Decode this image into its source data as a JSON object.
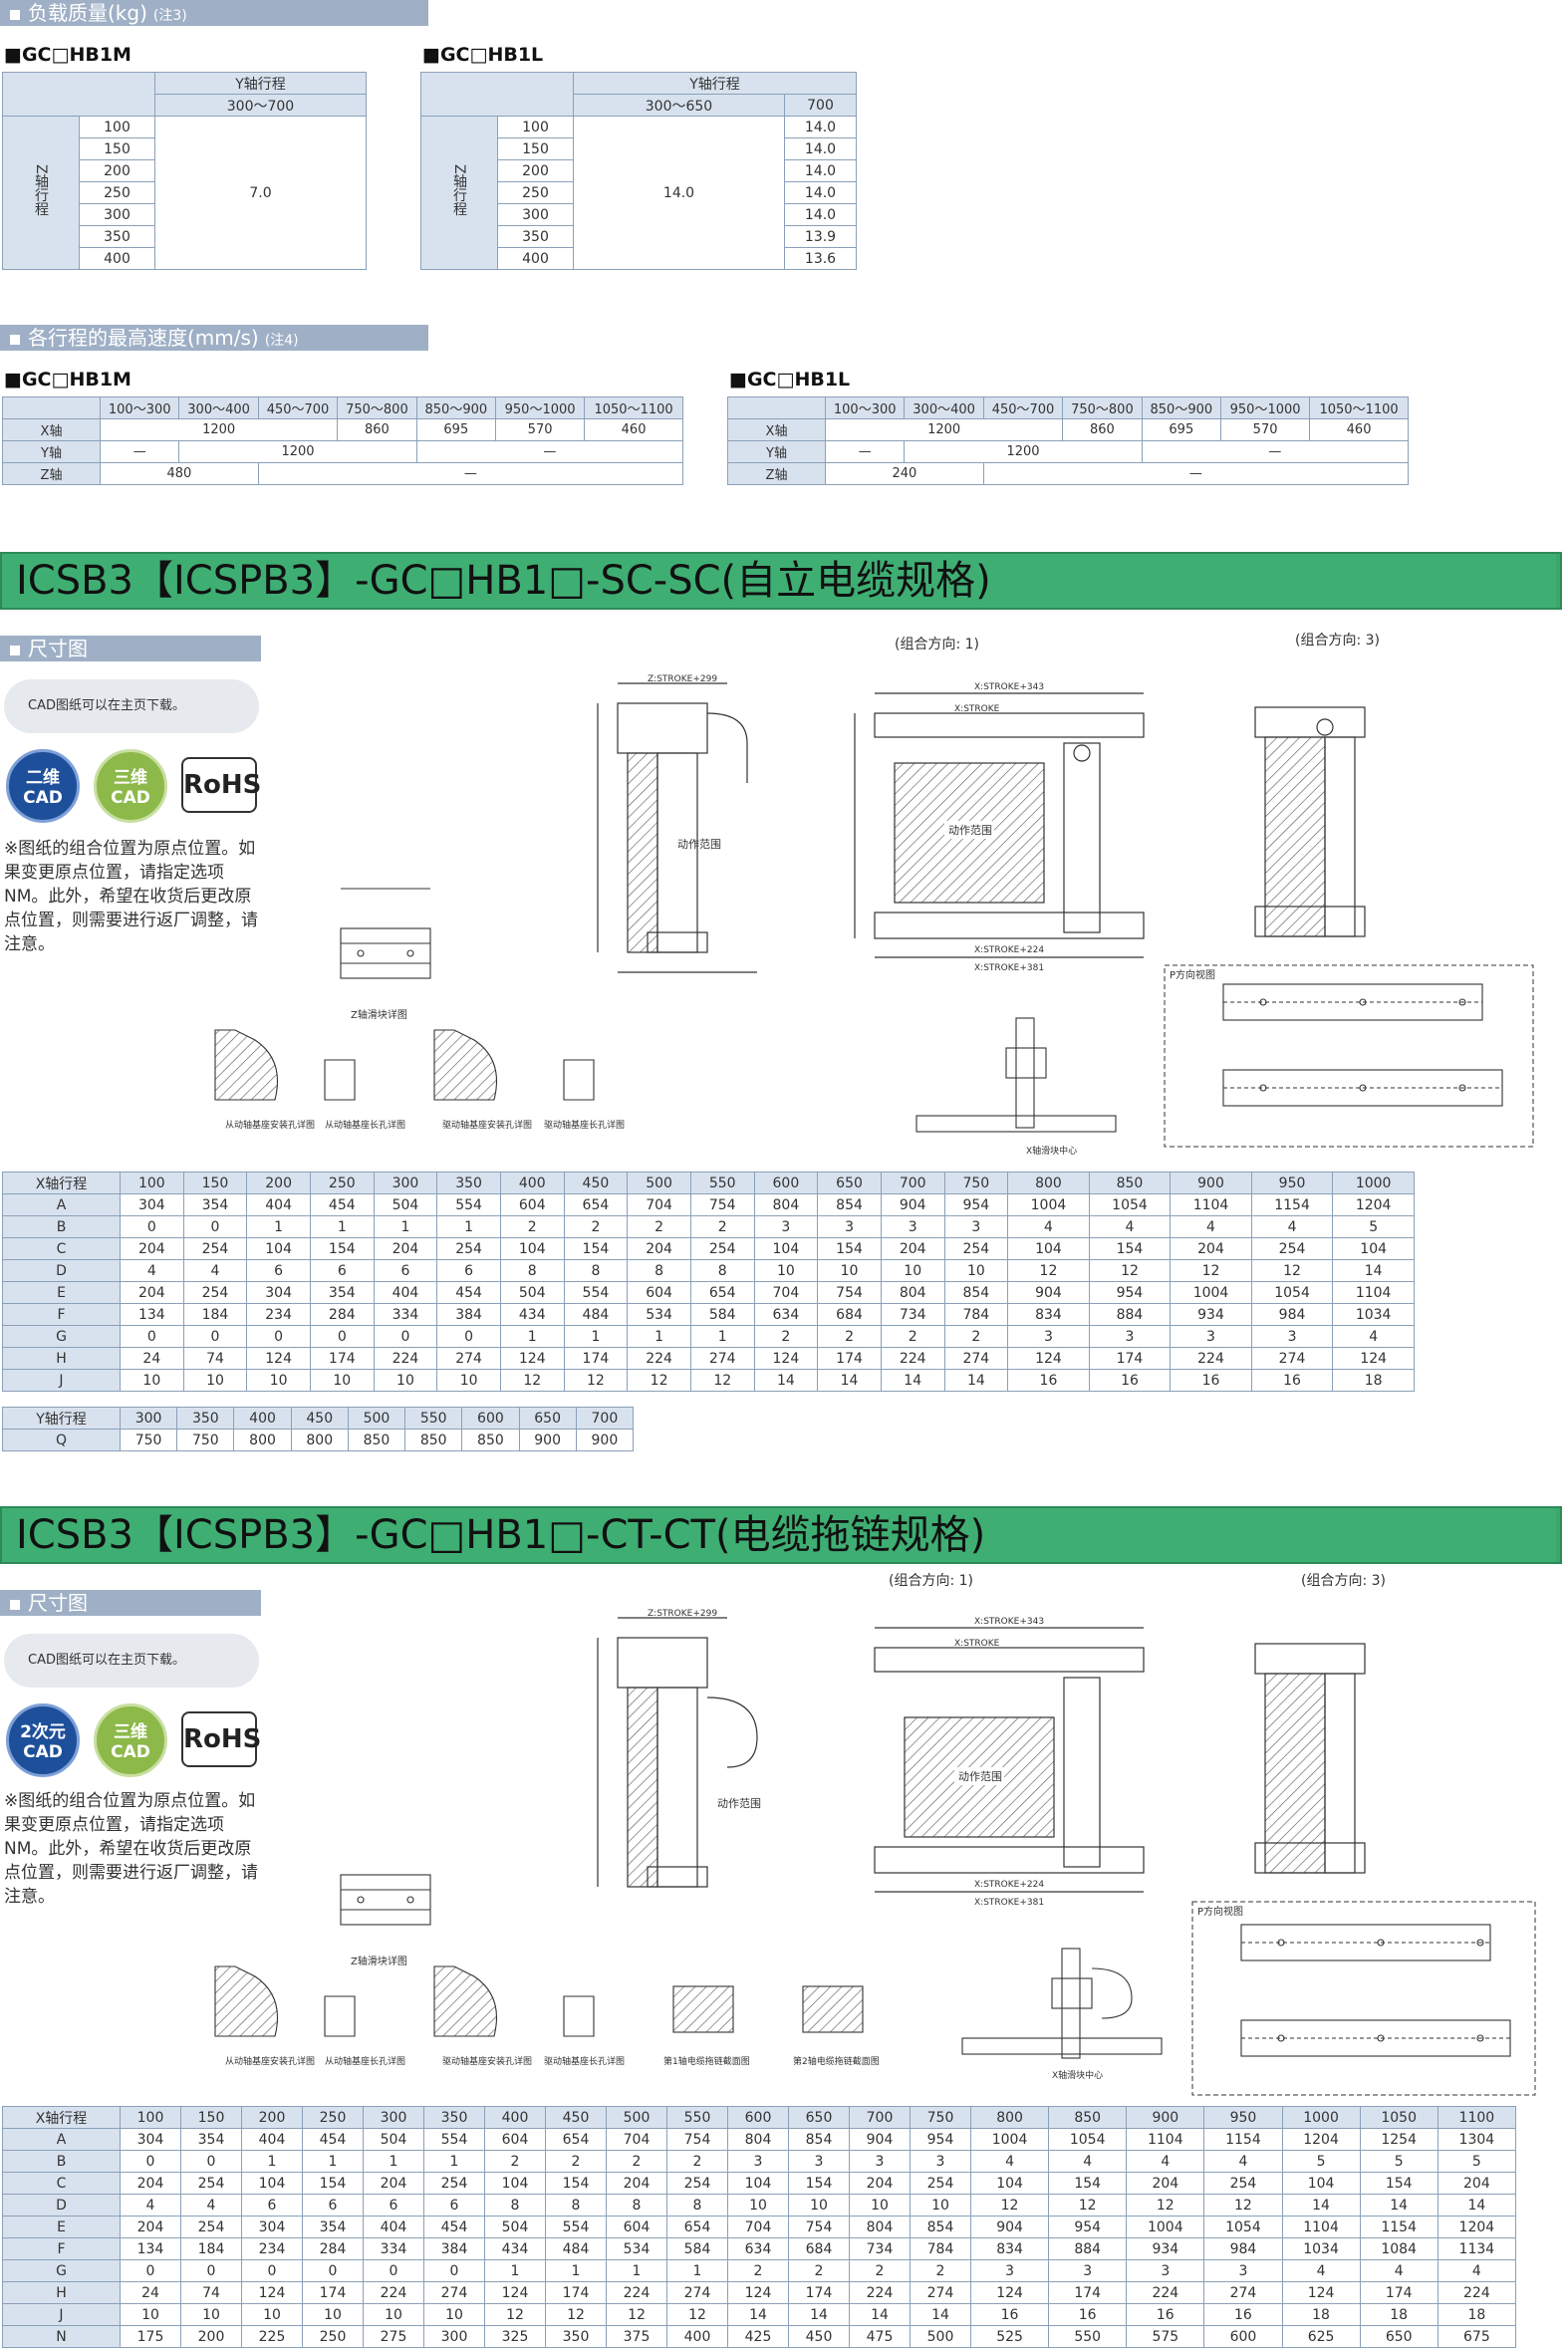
{
  "s1": {
    "title": "负载质量(kg)",
    "note": "(注3)"
  },
  "s1_m": {
    "model": "■GC□HB1M",
    "head_y": "Y轴行程",
    "head_range": "300～700",
    "z_label": "Z轴行程",
    "rows": [
      "100",
      "150",
      "200",
      "250",
      "300",
      "350",
      "400"
    ],
    "value": "7.0"
  },
  "s1_l": {
    "model": "■GC□HB1L",
    "head_y": "Y轴行程",
    "head_range": "300～650",
    "head_700": "700",
    "z_label": "Z轴行程",
    "rows": [
      "100",
      "150",
      "200",
      "250",
      "300",
      "350",
      "400"
    ],
    "value": "14.0",
    "col700": [
      "14.0",
      "14.0",
      "14.0",
      "14.0",
      "14.0",
      "13.9",
      "13.6"
    ]
  },
  "s2": {
    "title": "各行程的最高速度(mm/s)",
    "note": "(注4)"
  },
  "s2_m": {
    "model": "■GC□HB1M",
    "cols": [
      "100～300",
      "300～400",
      "450～700",
      "750～800",
      "850～900",
      "950～1000",
      "1050～1100"
    ],
    "x_label": "X轴",
    "x_vals": [
      "1200",
      "860",
      "695",
      "570",
      "460"
    ],
    "y_label": "Y轴",
    "y_vals": [
      "—",
      "1200",
      "—"
    ],
    "z_label": "Z轴",
    "z_vals": [
      "480",
      "—"
    ]
  },
  "s2_l": {
    "model": "■GC□HB1L",
    "cols": [
      "100～300",
      "300～400",
      "450～700",
      "750～800",
      "850～900",
      "950～1000",
      "1050～1100"
    ],
    "x_label": "X轴",
    "x_vals": [
      "1200",
      "860",
      "695",
      "570",
      "460"
    ],
    "y_label": "Y轴",
    "y_vals": [
      "—",
      "1200",
      "—"
    ],
    "z_label": "Z轴",
    "z_vals": [
      "240",
      "—"
    ]
  },
  "sc": {
    "banner": "ICSB3【ICSPB3】-GC□HB1□-SC-SC(自立电缆规格)",
    "sub": "尺寸图",
    "cad_note": "CAD图纸可以在主页下载。",
    "badge_2d_a": "二维",
    "badge_2d_b": "CAD",
    "badge_3d_a": "三维",
    "badge_3d_b": "CAD",
    "rohs": "RoHS",
    "warn": "※图纸的组合位置为原点位置。如果变更原点位置，请指定选项NM。此外，希望在收货后更改原点位置，则需要进行返厂调整，请注意。",
    "dir1": "(组合方向: 1)",
    "dir3": "(组合方向: 3)",
    "labels": {
      "motion": "动作范围",
      "motion2": "动作范围",
      "xstroke": "X:STROKE",
      "xstroke343": "X:STROKE+343",
      "xstroke224": "X:STROKE+224",
      "xstroke381": "X:STROKE+381",
      "zstroke": "Z:STROKE+299",
      "pview": "P方向视图",
      "zslider": "Z轴滑块详图",
      "d1": "从动轴基座安装孔详图",
      "d2": "从动轴基座长孔详图",
      "d3": "驱动轴基座安装孔详图",
      "d4": "驱动轴基座长孔详图",
      "xslider": "X轴滑块中心"
    },
    "t1_head": "X轴行程",
    "t1_cols": [
      "100",
      "150",
      "200",
      "250",
      "300",
      "350",
      "400",
      "450",
      "500",
      "550",
      "600",
      "650",
      "700",
      "750",
      "800",
      "850",
      "900",
      "950",
      "1000"
    ],
    "t1_rows": [
      {
        "k": "A",
        "v": [
          "304",
          "354",
          "404",
          "454",
          "504",
          "554",
          "604",
          "654",
          "704",
          "754",
          "804",
          "854",
          "904",
          "954",
          "1004",
          "1054",
          "1104",
          "1154",
          "1204"
        ]
      },
      {
        "k": "B",
        "v": [
          "0",
          "0",
          "1",
          "1",
          "1",
          "1",
          "2",
          "2",
          "2",
          "2",
          "3",
          "3",
          "3",
          "3",
          "4",
          "4",
          "4",
          "4",
          "5"
        ]
      },
      {
        "k": "C",
        "v": [
          "204",
          "254",
          "104",
          "154",
          "204",
          "254",
          "104",
          "154",
          "204",
          "254",
          "104",
          "154",
          "204",
          "254",
          "104",
          "154",
          "204",
          "254",
          "104"
        ]
      },
      {
        "k": "D",
        "v": [
          "4",
          "4",
          "6",
          "6",
          "6",
          "6",
          "8",
          "8",
          "8",
          "8",
          "10",
          "10",
          "10",
          "10",
          "12",
          "12",
          "12",
          "12",
          "14"
        ]
      },
      {
        "k": "E",
        "v": [
          "204",
          "254",
          "304",
          "354",
          "404",
          "454",
          "504",
          "554",
          "604",
          "654",
          "704",
          "754",
          "804",
          "854",
          "904",
          "954",
          "1004",
          "1054",
          "1104"
        ]
      },
      {
        "k": "F",
        "v": [
          "134",
          "184",
          "234",
          "284",
          "334",
          "384",
          "434",
          "484",
          "534",
          "584",
          "634",
          "684",
          "734",
          "784",
          "834",
          "884",
          "934",
          "984",
          "1034"
        ]
      },
      {
        "k": "G",
        "v": [
          "0",
          "0",
          "0",
          "0",
          "0",
          "0",
          "1",
          "1",
          "1",
          "1",
          "2",
          "2",
          "2",
          "2",
          "3",
          "3",
          "3",
          "3",
          "4"
        ]
      },
      {
        "k": "H",
        "v": [
          "24",
          "74",
          "124",
          "174",
          "224",
          "274",
          "124",
          "174",
          "224",
          "274",
          "124",
          "174",
          "224",
          "274",
          "124",
          "174",
          "224",
          "274",
          "124"
        ]
      },
      {
        "k": "J",
        "v": [
          "10",
          "10",
          "10",
          "10",
          "10",
          "10",
          "12",
          "12",
          "12",
          "12",
          "14",
          "14",
          "14",
          "14",
          "16",
          "16",
          "16",
          "16",
          "18"
        ]
      }
    ],
    "t2_head": "Y轴行程",
    "t2_cols": [
      "300",
      "350",
      "400",
      "450",
      "500",
      "550",
      "600",
      "650",
      "700"
    ],
    "t2_row": {
      "k": "Q",
      "v": [
        "750",
        "750",
        "800",
        "800",
        "850",
        "850",
        "850",
        "900",
        "900"
      ]
    }
  },
  "ct": {
    "banner": "ICSB3【ICSPB3】-GC□HB1□-CT-CT(电缆拖链规格)",
    "sub": "尺寸图",
    "cad_note": "CAD图纸可以在主页下载。",
    "badge_2d_a": "2次元",
    "badge_2d_b": "CAD",
    "badge_3d_a": "三维",
    "badge_3d_b": "CAD",
    "rohs": "RoHS",
    "warn": "※图纸的组合位置为原点位置。如果变更原点位置，请指定选项NM。此外，希望在收货后更改原点位置，则需要进行返厂调整，请注意。",
    "dir1": "(组合方向: 1)",
    "dir3": "(组合方向: 3)",
    "labels": {
      "motion": "动作范围",
      "motion2": "动作范围",
      "xstroke": "X:STROKE",
      "xstroke343": "X:STROKE+343",
      "xstroke224": "X:STROKE+224",
      "xstroke381": "X:STROKE+381",
      "zstroke": "Z:STROKE+299",
      "pview": "P方向视图",
      "zslider": "Z轴滑块详图",
      "d1": "从动轴基座安装孔详图",
      "d2": "从动轴基座长孔详图",
      "d3": "驱动轴基座安装孔详图",
      "d4": "驱动轴基座长孔详图",
      "d5": "第1轴电缆拖链截面图",
      "d6": "第2轴电缆拖链截面图",
      "xslider": "X轴滑块中心"
    },
    "t1_head": "X轴行程",
    "t1_cols": [
      "100",
      "150",
      "200",
      "250",
      "300",
      "350",
      "400",
      "450",
      "500",
      "550",
      "600",
      "650",
      "700",
      "750",
      "800",
      "850",
      "900",
      "950",
      "1000",
      "1050",
      "1100"
    ],
    "t1_rows": [
      {
        "k": "A",
        "v": [
          "304",
          "354",
          "404",
          "454",
          "504",
          "554",
          "604",
          "654",
          "704",
          "754",
          "804",
          "854",
          "904",
          "954",
          "1004",
          "1054",
          "1104",
          "1154",
          "1204",
          "1254",
          "1304"
        ]
      },
      {
        "k": "B",
        "v": [
          "0",
          "0",
          "1",
          "1",
          "1",
          "1",
          "2",
          "2",
          "2",
          "2",
          "3",
          "3",
          "3",
          "3",
          "4",
          "4",
          "4",
          "4",
          "5",
          "5",
          "5"
        ]
      },
      {
        "k": "C",
        "v": [
          "204",
          "254",
          "104",
          "154",
          "204",
          "254",
          "104",
          "154",
          "204",
          "254",
          "104",
          "154",
          "204",
          "254",
          "104",
          "154",
          "204",
          "254",
          "104",
          "154",
          "204"
        ]
      },
      {
        "k": "D",
        "v": [
          "4",
          "4",
          "6",
          "6",
          "6",
          "6",
          "8",
          "8",
          "8",
          "8",
          "10",
          "10",
          "10",
          "10",
          "12",
          "12",
          "12",
          "12",
          "14",
          "14",
          "14"
        ]
      },
      {
        "k": "E",
        "v": [
          "204",
          "254",
          "304",
          "354",
          "404",
          "454",
          "504",
          "554",
          "604",
          "654",
          "704",
          "754",
          "804",
          "854",
          "904",
          "954",
          "1004",
          "1054",
          "1104",
          "1154",
          "1204"
        ]
      },
      {
        "k": "F",
        "v": [
          "134",
          "184",
          "234",
          "284",
          "334",
          "384",
          "434",
          "484",
          "534",
          "584",
          "634",
          "684",
          "734",
          "784",
          "834",
          "884",
          "934",
          "984",
          "1034",
          "1084",
          "1134"
        ]
      },
      {
        "k": "G",
        "v": [
          "0",
          "0",
          "0",
          "0",
          "0",
          "0",
          "1",
          "1",
          "1",
          "1",
          "2",
          "2",
          "2",
          "2",
          "3",
          "3",
          "3",
          "3",
          "4",
          "4",
          "4"
        ]
      },
      {
        "k": "H",
        "v": [
          "24",
          "74",
          "124",
          "174",
          "224",
          "274",
          "124",
          "174",
          "224",
          "274",
          "124",
          "174",
          "224",
          "274",
          "124",
          "174",
          "224",
          "274",
          "124",
          "174",
          "224"
        ]
      },
      {
        "k": "J",
        "v": [
          "10",
          "10",
          "10",
          "10",
          "10",
          "10",
          "12",
          "12",
          "12",
          "12",
          "14",
          "14",
          "14",
          "14",
          "16",
          "16",
          "16",
          "16",
          "18",
          "18",
          "18"
        ]
      },
      {
        "k": "N",
        "v": [
          "175",
          "200",
          "225",
          "250",
          "275",
          "300",
          "325",
          "350",
          "375",
          "400",
          "425",
          "450",
          "475",
          "500",
          "525",
          "550",
          "575",
          "600",
          "625",
          "650",
          "675"
        ]
      }
    ]
  }
}
